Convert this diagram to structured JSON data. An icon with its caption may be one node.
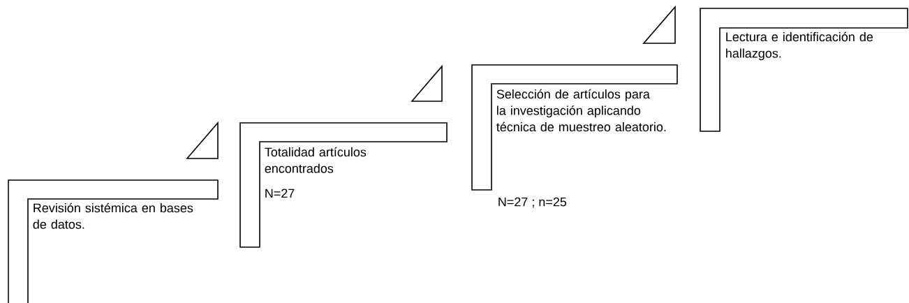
{
  "diagram": {
    "nodes": [
      {
        "text": [
          "Revisión sistémica en bases de datos."
        ]
      },
      {
        "text": [
          "Totalidad artículos encontrados",
          "N=27"
        ]
      },
      {
        "text": [
          "Selección de artículos para la investigación aplicando técnica de muestreo aleatorio."
        ],
        "beside": [
          "N=27 ; n=25"
        ]
      },
      {
        "text": [
          "Lectura e identificación de hallazgos."
        ]
      }
    ],
    "edges": []
  }
}
